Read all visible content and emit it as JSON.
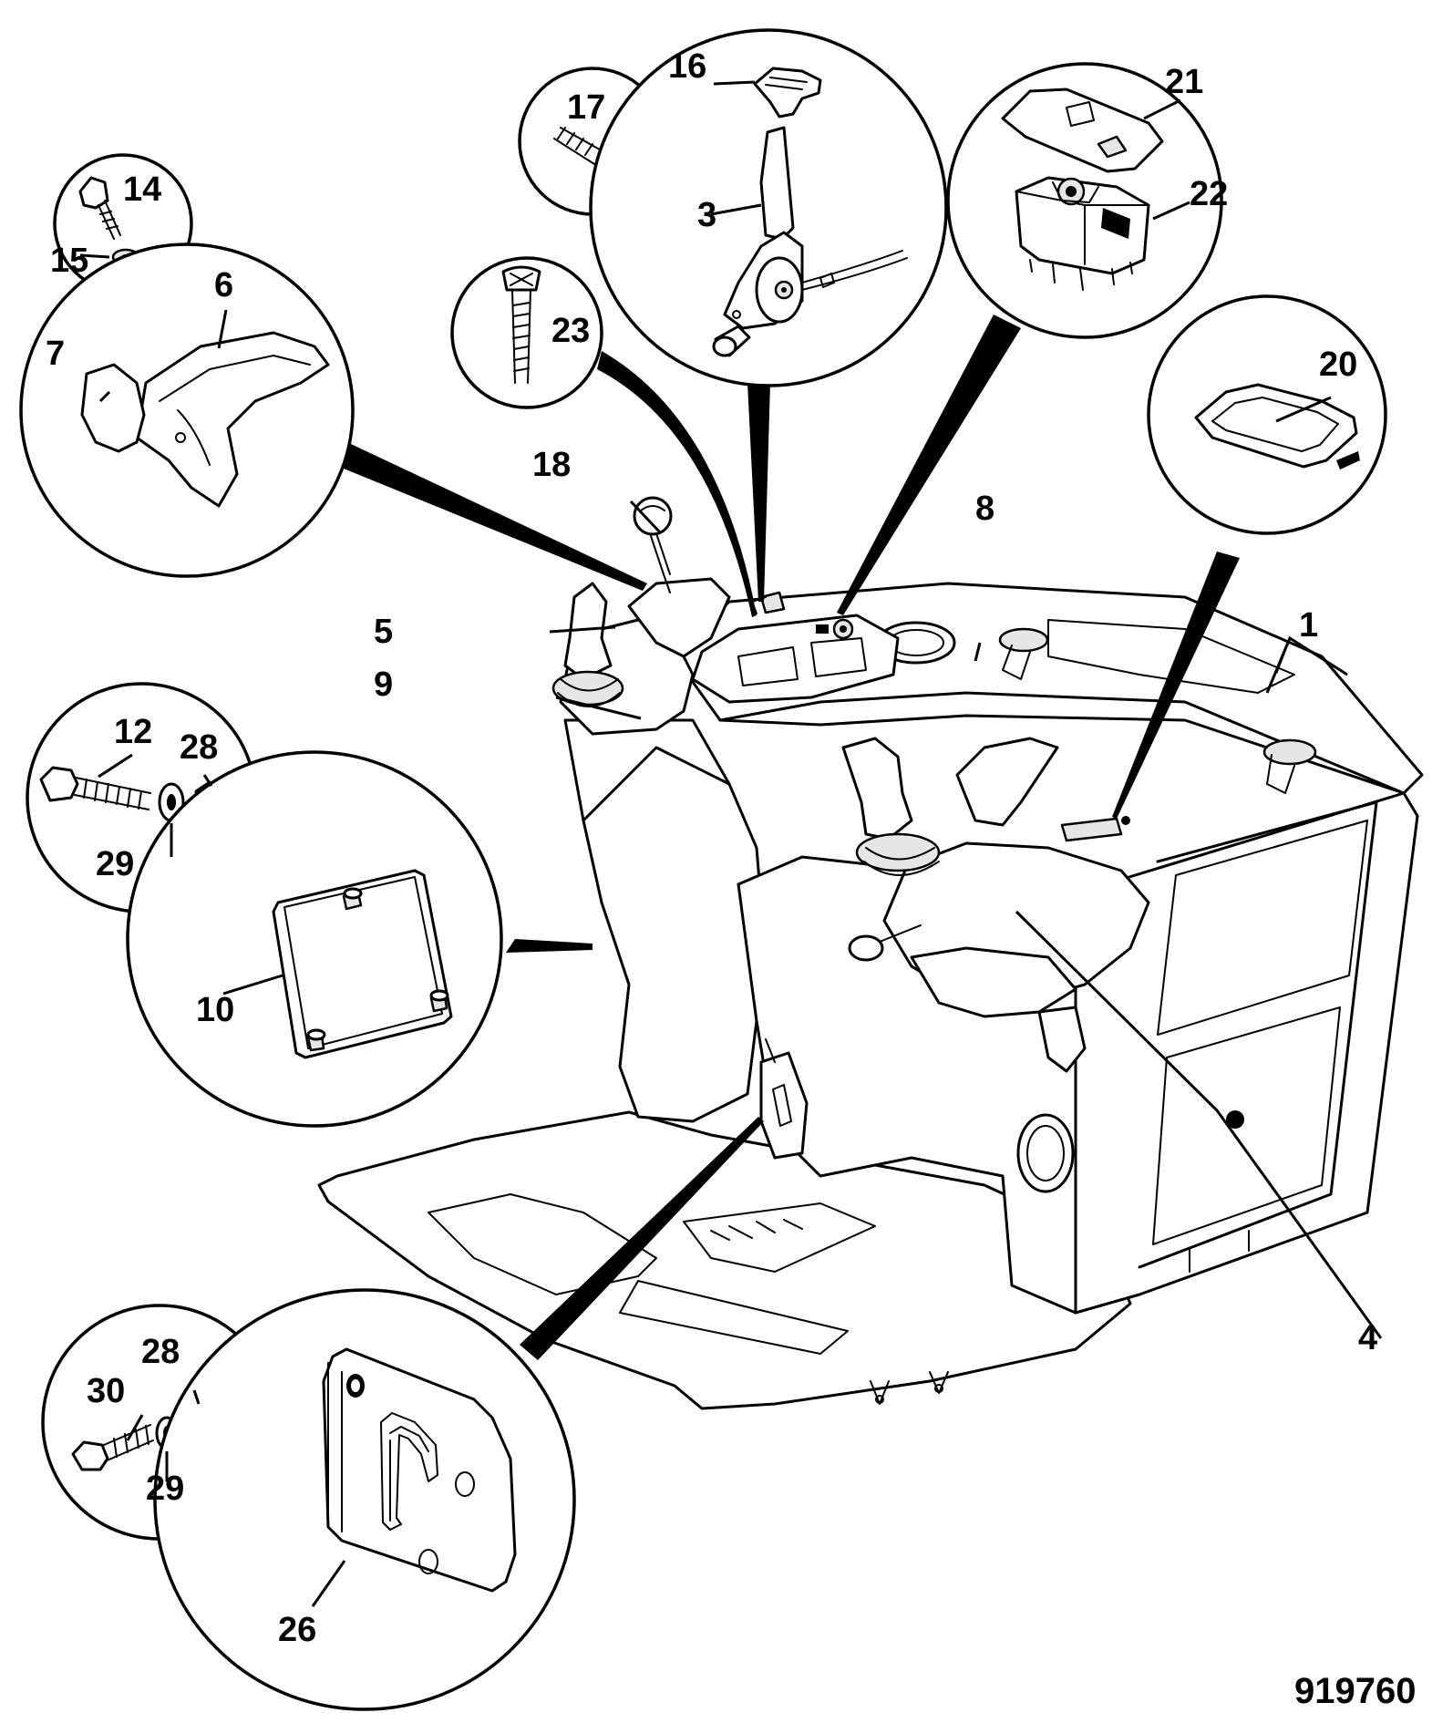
{
  "figure_number": "919760",
  "callouts": {
    "c1": "1",
    "c3": "3",
    "c4": "4",
    "c5": "5",
    "c6": "6",
    "c7": "7",
    "c8": "8",
    "c9": "9",
    "c10": "10",
    "c12": "12",
    "c14": "14",
    "c15": "15",
    "c16": "16",
    "c17": "17",
    "c18": "18",
    "c20": "20",
    "c21": "21",
    "c22": "22",
    "c23": "23",
    "c26": "26",
    "c28a": "28",
    "c28b": "28",
    "c29a": "29",
    "c29b": "29",
    "c30": "30"
  }
}
